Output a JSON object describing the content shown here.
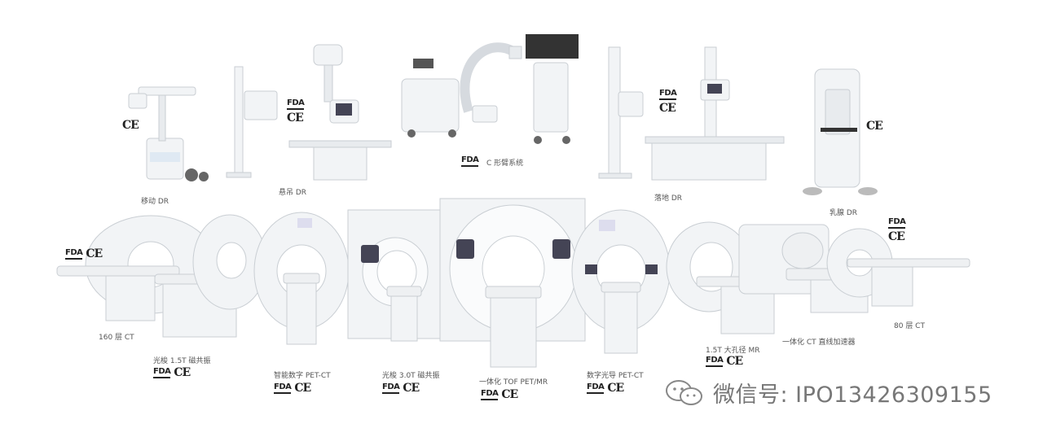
{
  "products": {
    "mobile_dr": "移动 DR",
    "suspended_dr": "悬吊 DR",
    "c_arm": "C 形臂系统",
    "floor_dr": "落地 DR",
    "mammo_dr": "乳腺 DR",
    "ct_160": "160 层 CT",
    "mr_15t": "光梭 1.5T 磁共振",
    "pet_ct": "智能数字 PET-CT",
    "mr_30t": "光梭 3.0T 磁共振",
    "pet_mr": "一体化 TOF PET/MR",
    "digital_pet_ct": "数字光导 PET-CT",
    "mr_15t_bore": "1.5T 大孔径 MR",
    "ct_linac": "一体化 CT 直线加速器",
    "ct_80": "80 层 CT"
  },
  "certs": {
    "fda": "FDA",
    "ce": "CE"
  },
  "watermark": {
    "text": "微信号: IPO13426309155",
    "icon": "wechat-icon"
  },
  "colors": {
    "device": "#f2f4f6",
    "outline": "#c9ced3",
    "label": "#555555",
    "watermark": "#777777"
  }
}
